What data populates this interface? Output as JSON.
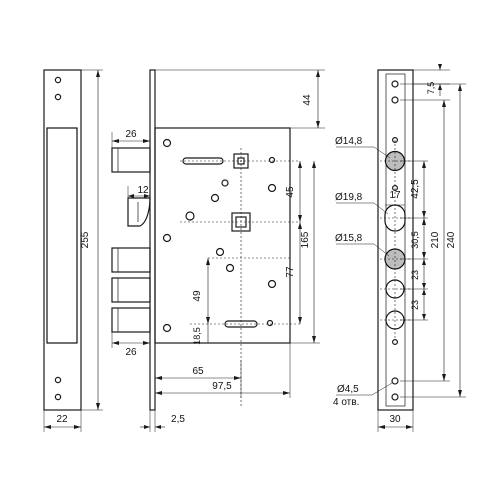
{
  "dimensions": {
    "faceplate_left_height": "255",
    "faceplate_left_width": "22",
    "bolt_top_depth": "26",
    "latch_width": "12",
    "bolt_bottom_depth": "26",
    "body_to_top_hole": "44",
    "spindle_to_cylinder": "45",
    "total_165": "165",
    "cylinder_to_bottom": "77",
    "bolt_spacing": "49",
    "bottom_offset": "18,5",
    "backset_65": "65",
    "backset_97": "97,5",
    "plate_thickness": "2,5",
    "hole_d148": "Ø14,8",
    "hole_d198": "Ø19,8",
    "hole_d158": "Ø15,8",
    "cyl_width": "17",
    "right_top_offset": "7,5",
    "right_425": "42,5",
    "right_305": "30,5",
    "right_23a": "23",
    "right_23b": "23",
    "right_210": "210",
    "right_240": "240",
    "mount_hole": "Ø4,5",
    "mount_count": "4 отв.",
    "faceplate_right_width": "30"
  }
}
